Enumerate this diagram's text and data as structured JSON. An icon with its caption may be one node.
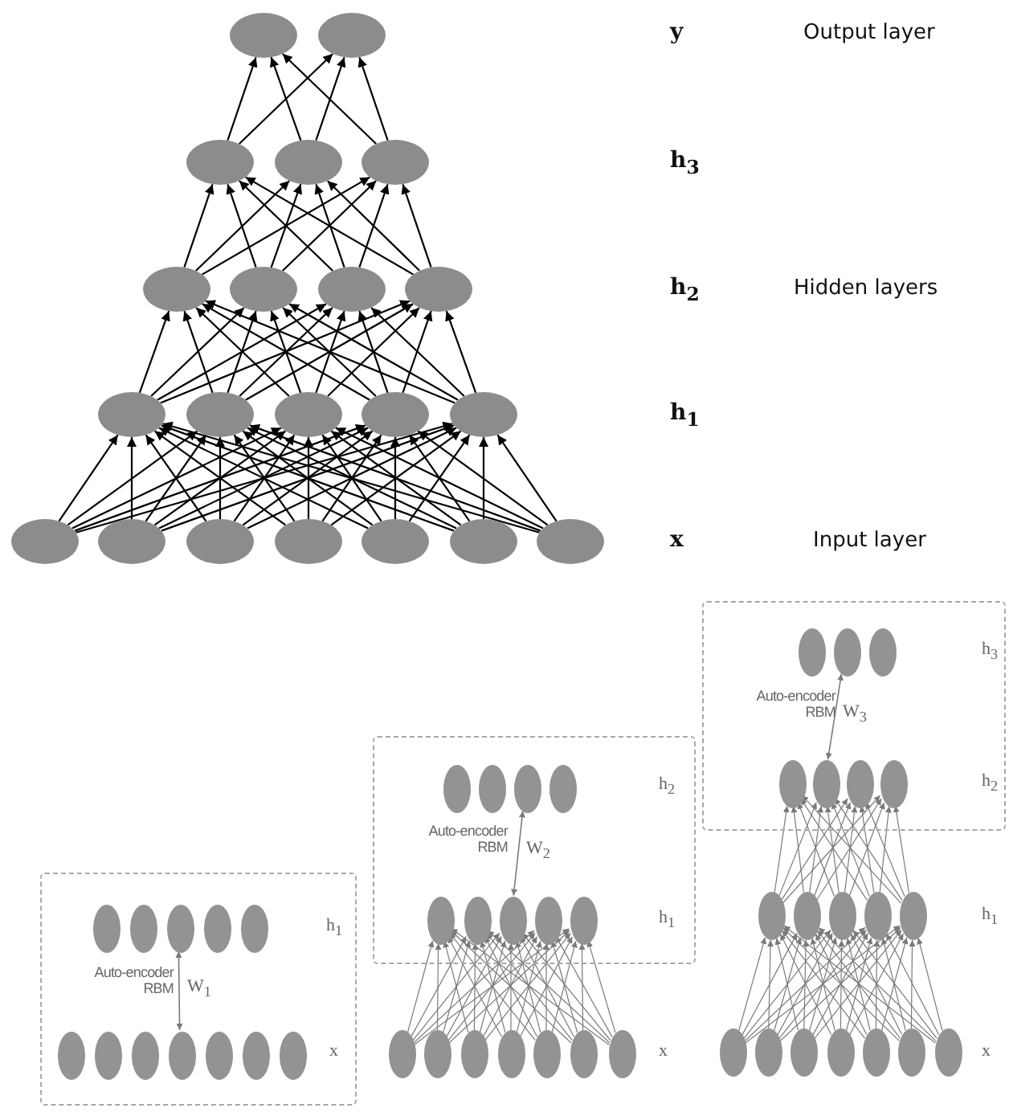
{
  "diagram": {
    "nodes": [
      {
        "text": [],
        "shape": "ellipse"
      },
      {
        "text": [],
        "shape": "ellipse"
      },
      {
        "text": [],
        "shape": "ellipse"
      },
      {
        "text": [],
        "shape": "ellipse"
      },
      {
        "text": [],
        "shape": "ellipse"
      },
      {
        "text": [],
        "shape": "ellipse"
      },
      {
        "text": [],
        "shape": "ellipse"
      },
      {
        "text": [],
        "shape": "ellipse"
      },
      {
        "text": [],
        "shape": "ellipse"
      },
      {
        "text": [],
        "shape": "ellipse"
      },
      {
        "text": [],
        "shape": "ellipse"
      },
      {
        "text": [],
        "shape": "ellipse"
      },
      {
        "text": [],
        "shape": "ellipse"
      },
      {
        "text": [],
        "shape": "ellipse"
      },
      {
        "text": [],
        "shape": "ellipse"
      },
      {
        "text": [],
        "shape": "ellipse"
      },
      {
        "text": [],
        "shape": "ellipse"
      },
      {
        "text": [],
        "shape": "ellipse"
      },
      {
        "text": [],
        "shape": "ellipse"
      },
      {
        "text": [],
        "shape": "ellipse"
      },
      {
        "text": [],
        "shape": "ellipse"
      },
      {
        "text": [
          "h$_{1}$",
          "Auto-encoder RBM",
          "x"
        ]
      },
      {
        "text": [],
        "shape": "ellipse",
        "in": 21
      },
      {
        "text": [],
        "shape": "ellipse",
        "in": 21
      },
      {
        "text": [],
        "shape": "ellipse",
        "in": 21
      },
      {
        "text": [],
        "shape": "ellipse",
        "in": 21
      },
      {
        "text": [],
        "shape": "ellipse",
        "in": 21
      },
      {
        "text": [],
        "shape": "ellipse",
        "in": 21
      },
      {
        "text": [],
        "shape": "ellipse",
        "in": 21
      },
      {
        "text": [],
        "shape": "ellipse",
        "in": 21
      },
      {
        "text": [],
        "shape": "ellipse",
        "in": 21
      },
      {
        "text": [],
        "shape": "ellipse",
        "in": 21
      },
      {
        "text": [],
        "shape": "ellipse",
        "in": 21
      },
      {
        "text": [],
        "shape": "ellipse",
        "in": 21
      },
      {
        "text": [
          "h$_{2}$",
          "Auto-encoder RBM",
          "h$_{1}$"
        ]
      },
      {
        "text": [],
        "shape": "ellipse",
        "in": 34
      },
      {
        "text": [],
        "shape": "ellipse",
        "in": 34
      },
      {
        "text": [],
        "shape": "ellipse",
        "in": 34
      },
      {
        "text": [],
        "shape": "ellipse",
        "in": 34
      },
      {
        "text": [],
        "shape": "ellipse",
        "in": 34
      },
      {
        "text": [],
        "shape": "ellipse",
        "in": 34
      },
      {
        "text": [],
        "shape": "ellipse",
        "in": 34
      },
      {
        "text": [],
        "shape": "ellipse",
        "in": 34
      },
      {
        "text": [],
        "shape": "ellipse",
        "in": 34
      },
      {
        "text": [],
        "shape": "ellipse"
      },
      {
        "text": [],
        "shape": "ellipse"
      },
      {
        "text": [],
        "shape": "ellipse"
      },
      {
        "text": [],
        "shape": "ellipse"
      },
      {
        "text": [],
        "shape": "ellipse"
      },
      {
        "text": [],
        "shape": "ellipse"
      },
      {
        "text": [],
        "shape": "ellipse"
      },
      {
        "text": [
          "h$_{3}$",
          "Auto-encoder RBM",
          "h$_{2}$"
        ]
      },
      {
        "text": [],
        "shape": "ellipse",
        "in": 51
      },
      {
        "text": [],
        "shape": "ellipse",
        "in": 51
      },
      {
        "text": [],
        "shape": "ellipse",
        "in": 51
      },
      {
        "text": [],
        "shape": "ellipse",
        "in": 51
      },
      {
        "text": [],
        "shape": "ellipse",
        "in": 51
      },
      {
        "text": [],
        "shape": "ellipse",
        "in": 51
      },
      {
        "text": [],
        "shape": "ellipse",
        "in": 51
      },
      {
        "text": [],
        "shape": "ellipse"
      },
      {
        "text": [],
        "shape": "ellipse"
      },
      {
        "text": [],
        "shape": "ellipse"
      },
      {
        "text": [],
        "shape": "ellipse"
      },
      {
        "text": [],
        "shape": "ellipse"
      },
      {
        "text": [],
        "shape": "ellipse"
      },
      {
        "text": [],
        "shape": "ellipse"
      },
      {
        "text": [],
        "shape": "ellipse"
      },
      {
        "text": [],
        "shape": "ellipse"
      },
      {
        "text": [],
        "shape": "ellipse"
      },
      {
        "text": [],
        "shape": "ellipse"
      },
      {
        "text": [],
        "shape": "ellipse"
      }
    ],
    "edges": [
      {
        "from": 14,
        "to": 9,
        "arrow": "to",
        "color": "#000000"
      },
      {
        "from": 14,
        "to": 10,
        "arrow": "to",
        "color": "#000000"
      },
      {
        "from": 14,
        "to": 11,
        "arrow": "to",
        "color": "#000000"
      },
      {
        "from": 14,
        "to": 12,
        "arrow": "to",
        "color": "#000000"
      },
      {
        "from": 14,
        "to": 13,
        "arrow": "to",
        "color": "#000000"
      },
      {
        "from": 15,
        "to": 9,
        "arrow": "to",
        "color": "#000000"
      },
      {
        "from": 15,
        "to": 10,
        "arrow": "to",
        "color": "#000000"
      },
      {
        "from": 15,
        "to": 11,
        "arrow": "to",
        "color": "#000000"
      },
      {
        "from": 15,
        "to": 12,
        "arrow": "to",
        "color": "#000000"
      },
      {
        "from": 15,
        "to": 13,
        "arrow": "to",
        "color": "#000000"
      },
      {
        "from": 16,
        "to": 9,
        "arrow": "to",
        "color": "#000000"
      },
      {
        "from": 16,
        "to": 10,
        "arrow": "to",
        "color": "#000000"
      },
      {
        "from": 16,
        "to": 11,
        "arrow": "to",
        "color": "#000000"
      },
      {
        "from": 16,
        "to": 12,
        "arrow": "to",
        "color": "#000000"
      },
      {
        "from": 16,
        "to": 13,
        "arrow": "to",
        "color": "#000000"
      },
      {
        "from": 17,
        "to": 9,
        "arrow": "to",
        "color": "#000000"
      },
      {
        "from": 17,
        "to": 10,
        "arrow": "to",
        "color": "#000000"
      },
      {
        "from": 17,
        "to": 11,
        "arrow": "to",
        "color": "#000000"
      },
      {
        "from": 17,
        "to": 12,
        "arrow": "to",
        "color": "#000000"
      },
      {
        "from": 17,
        "to": 13,
        "arrow": "to",
        "color": "#000000"
      },
      {
        "from": 18,
        "to": 9,
        "arrow": "to",
        "color": "#000000"
      },
      {
        "from": 18,
        "to": 10,
        "arrow": "to",
        "color": "#000000"
      },
      {
        "from": 18,
        "to": 11,
        "arrow": "to",
        "color": "#000000"
      },
      {
        "from": 18,
        "to": 12,
        "arrow": "to",
        "color": "#000000"
      },
      {
        "from": 18,
        "to": 13,
        "arrow": "to",
        "color": "#000000"
      },
      {
        "from": 19,
        "to": 9,
        "arrow": "to",
        "color": "#000000"
      },
      {
        "from": 19,
        "to": 10,
        "arrow": "to",
        "color": "#000000"
      },
      {
        "from": 19,
        "to": 11,
        "arrow": "to",
        "color": "#000000"
      },
      {
        "from": 19,
        "to": 12,
        "arrow": "to",
        "color": "#000000"
      },
      {
        "from": 19,
        "to": 13,
        "arrow": "to",
        "color": "#000000"
      },
      {
        "from": 20,
        "to": 9,
        "arrow": "to",
        "color": "#000000"
      },
      {
        "from": 20,
        "to": 10,
        "arrow": "to",
        "color": "#000000"
      },
      {
        "from": 20,
        "to": 11,
        "arrow": "to",
        "color": "#000000"
      },
      {
        "from": 20,
        "to": 12,
        "arrow": "to",
        "color": "#000000"
      },
      {
        "from": 20,
        "to": 13,
        "arrow": "to",
        "color": "#000000"
      },
      {
        "from": 9,
        "to": 5,
        "arrow": "to",
        "color": "#000000"
      },
      {
        "from": 9,
        "to": 6,
        "arrow": "to",
        "color": "#000000"
      },
      {
        "from": 9,
        "to": 7,
        "arrow": "to",
        "color": "#000000"
      },
      {
        "from": 9,
        "to": 8,
        "arrow": "to",
        "color": "#000000"
      },
      {
        "from": 10,
        "to": 5,
        "arrow": "to",
        "color": "#000000"
      },
      {
        "from": 10,
        "to": 6,
        "arrow": "to",
        "color": "#000000"
      },
      {
        "from": 10,
        "to": 7,
        "arrow": "to",
        "color": "#000000"
      },
      {
        "from": 10,
        "to": 8,
        "arrow": "to",
        "color": "#000000"
      },
      {
        "from": 11,
        "to": 5,
        "arrow": "to",
        "color": "#000000"
      },
      {
        "from": 11,
        "to": 6,
        "arrow": "to",
        "color": "#000000"
      },
      {
        "from": 11,
        "to": 7,
        "arrow": "to",
        "color": "#000000"
      },
      {
        "from": 11,
        "to": 8,
        "arrow": "to",
        "color": "#000000"
      },
      {
        "from": 12,
        "to": 5,
        "arrow": "to",
        "color": "#000000"
      },
      {
        "from": 12,
        "to": 6,
        "arrow": "to",
        "color": "#000000"
      },
      {
        "from": 12,
        "to": 7,
        "arrow": "to",
        "color": "#000000"
      },
      {
        "from": 12,
        "to": 8,
        "arrow": "to",
        "color": "#000000"
      },
      {
        "from": 13,
        "to": 5,
        "arrow": "to",
        "color": "#000000"
      },
      {
        "from": 13,
        "to": 6,
        "arrow": "to",
        "color": "#000000"
      },
      {
        "from": 13,
        "to": 7,
        "arrow": "to",
        "color": "#000000"
      },
      {
        "from": 13,
        "to": 8,
        "arrow": "to",
        "color": "#000000"
      },
      {
        "from": 5,
        "to": 2,
        "arrow": "to",
        "color": "#000000"
      },
      {
        "from": 5,
        "to": 3,
        "arrow": "to",
        "color": "#000000"
      },
      {
        "from": 5,
        "to": 4,
        "arrow": "to",
        "color": "#000000"
      },
      {
        "from": 6,
        "to": 2,
        "arrow": "to",
        "color": "#000000"
      },
      {
        "from": 6,
        "to": 3,
        "arrow": "to",
        "color": "#000000"
      },
      {
        "from": 6,
        "to": 4,
        "arrow": "to",
        "color": "#000000"
      },
      {
        "from": 7,
        "to": 2,
        "arrow": "to",
        "color": "#000000"
      },
      {
        "from": 7,
        "to": 3,
        "arrow": "to",
        "color": "#000000"
      },
      {
        "from": 7,
        "to": 4,
        "arrow": "to",
        "color": "#000000"
      },
      {
        "from": 8,
        "to": 2,
        "arrow": "to",
        "color": "#000000"
      },
      {
        "from": 8,
        "to": 3,
        "arrow": "to",
        "color": "#000000"
      },
      {
        "from": 8,
        "to": 4,
        "arrow": "to",
        "color": "#000000"
      },
      {
        "from": 2,
        "to": 0,
        "arrow": "to",
        "color": "#000000"
      },
      {
        "from": 2,
        "to": 1,
        "arrow": "to",
        "color": "#000000"
      },
      {
        "from": 3,
        "to": 0,
        "arrow": "to",
        "color": "#000000"
      },
      {
        "from": 3,
        "to": 1,
        "arrow": "to",
        "color": "#000000"
      },
      {
        "from": 4,
        "to": 0,
        "arrow": "to",
        "color": "#000000"
      },
      {
        "from": 4,
        "to": 1,
        "arrow": "to",
        "color": "#000000"
      },
      {
        "from": 30,
        "to": 24,
        "arrow": "both",
        "label": "W$_{1}$"
      },
      {
        "from": 44,
        "to": 39,
        "arrow": "to"
      },
      {
        "from": 44,
        "to": 40,
        "arrow": "to"
      },
      {
        "from": 44,
        "to": 41,
        "arrow": "to"
      },
      {
        "from": 44,
        "to": 42,
        "arrow": "to"
      },
      {
        "from": 44,
        "to": 43,
        "arrow": "to"
      },
      {
        "from": 45,
        "to": 39,
        "arrow": "to"
      },
      {
        "from": 45,
        "to": 40,
        "arrow": "to"
      },
      {
        "from": 45,
        "to": 41,
        "arrow": "to"
      },
      {
        "from": 45,
        "to": 42,
        "arrow": "to"
      },
      {
        "from": 45,
        "to": 43,
        "arrow": "to"
      },
      {
        "from": 46,
        "to": 39,
        "arrow": "to"
      },
      {
        "from": 46,
        "to": 40,
        "arrow": "to"
      },
      {
        "from": 46,
        "to": 41,
        "arrow": "to"
      },
      {
        "from": 46,
        "to": 42,
        "arrow": "to"
      },
      {
        "from": 46,
        "to": 43,
        "arrow": "to"
      },
      {
        "from": 47,
        "to": 39,
        "arrow": "to"
      },
      {
        "from": 47,
        "to": 40,
        "arrow": "to"
      },
      {
        "from": 47,
        "to": 41,
        "arrow": "to"
      },
      {
        "from": 47,
        "to": 42,
        "arrow": "to"
      },
      {
        "from": 47,
        "to": 43,
        "arrow": "to"
      },
      {
        "from": 48,
        "to": 39,
        "arrow": "to"
      },
      {
        "from": 48,
        "to": 40,
        "arrow": "to"
      },
      {
        "from": 48,
        "to": 41,
        "arrow": "to"
      },
      {
        "from": 48,
        "to": 42,
        "arrow": "to"
      },
      {
        "from": 48,
        "to": 43,
        "arrow": "to"
      },
      {
        "from": 49,
        "to": 39,
        "arrow": "to"
      },
      {
        "from": 49,
        "to": 40,
        "arrow": "to"
      },
      {
        "from": 49,
        "to": 41,
        "arrow": "to"
      },
      {
        "from": 49,
        "to": 42,
        "arrow": "to"
      },
      {
        "from": 49,
        "to": 43,
        "arrow": "to"
      },
      {
        "from": 50,
        "to": 39,
        "arrow": "to"
      },
      {
        "from": 50,
        "to": 40,
        "arrow": "to"
      },
      {
        "from": 50,
        "to": 41,
        "arrow": "to"
      },
      {
        "from": 50,
        "to": 42,
        "arrow": "to"
      },
      {
        "from": 50,
        "to": 43,
        "arrow": "to"
      },
      {
        "from": 41,
        "to": 37,
        "arrow": "both",
        "label": "W$_{2}$"
      },
      {
        "from": 64,
        "to": 59,
        "arrow": "to"
      },
      {
        "from": 64,
        "to": 60,
        "arrow": "to"
      },
      {
        "from": 64,
        "to": 61,
        "arrow": "to"
      },
      {
        "from": 64,
        "to": 62,
        "arrow": "to"
      },
      {
        "from": 64,
        "to": 63,
        "arrow": "to"
      },
      {
        "from": 65,
        "to": 59,
        "arrow": "to"
      },
      {
        "from": 65,
        "to": 60,
        "arrow": "to"
      },
      {
        "from": 65,
        "to": 61,
        "arrow": "to"
      },
      {
        "from": 65,
        "to": 62,
        "arrow": "to"
      },
      {
        "from": 65,
        "to": 63,
        "arrow": "to"
      },
      {
        "from": 66,
        "to": 59,
        "arrow": "to"
      },
      {
        "from": 66,
        "to": 60,
        "arrow": "to"
      },
      {
        "from": 66,
        "to": 61,
        "arrow": "to"
      },
      {
        "from": 66,
        "to": 62,
        "arrow": "to"
      },
      {
        "from": 66,
        "to": 63,
        "arrow": "to"
      },
      {
        "from": 67,
        "to": 59,
        "arrow": "to"
      },
      {
        "from": 67,
        "to": 60,
        "arrow": "to"
      },
      {
        "from": 67,
        "to": 61,
        "arrow": "to"
      },
      {
        "from": 67,
        "to": 62,
        "arrow": "to"
      },
      {
        "from": 67,
        "to": 63,
        "arrow": "to"
      },
      {
        "from": 68,
        "to": 59,
        "arrow": "to"
      },
      {
        "from": 68,
        "to": 60,
        "arrow": "to"
      },
      {
        "from": 68,
        "to": 61,
        "arrow": "to"
      },
      {
        "from": 68,
        "to": 62,
        "arrow": "to"
      },
      {
        "from": 68,
        "to": 63,
        "arrow": "to"
      },
      {
        "from": 69,
        "to": 59,
        "arrow": "to"
      },
      {
        "from": 69,
        "to": 60,
        "arrow": "to"
      },
      {
        "from": 69,
        "to": 61,
        "arrow": "to"
      },
      {
        "from": 69,
        "to": 62,
        "arrow": "to"
      },
      {
        "from": 69,
        "to": 63,
        "arrow": "to"
      },
      {
        "from": 70,
        "to": 59,
        "arrow": "to"
      },
      {
        "from": 70,
        "to": 60,
        "arrow": "to"
      },
      {
        "from": 70,
        "to": 61,
        "arrow": "to"
      },
      {
        "from": 70,
        "to": 62,
        "arrow": "to"
      },
      {
        "from": 70,
        "to": 63,
        "arrow": "to"
      },
      {
        "from": 59,
        "to": 55,
        "arrow": "to"
      },
      {
        "from": 59,
        "to": 56,
        "arrow": "to"
      },
      {
        "from": 59,
        "to": 57,
        "arrow": "to"
      },
      {
        "from": 59,
        "to": 58,
        "arrow": "to"
      },
      {
        "from": 60,
        "to": 55,
        "arrow": "to"
      },
      {
        "from": 60,
        "to": 56,
        "arrow": "to"
      },
      {
        "from": 60,
        "to": 57,
        "arrow": "to"
      },
      {
        "from": 60,
        "to": 58,
        "arrow": "to"
      },
      {
        "from": 61,
        "to": 55,
        "arrow": "to"
      },
      {
        "from": 61,
        "to": 56,
        "arrow": "to"
      },
      {
        "from": 61,
        "to": 57,
        "arrow": "to"
      },
      {
        "from": 61,
        "to": 58,
        "arrow": "to"
      },
      {
        "from": 62,
        "to": 55,
        "arrow": "to"
      },
      {
        "from": 62,
        "to": 56,
        "arrow": "to"
      },
      {
        "from": 62,
        "to": 57,
        "arrow": "to"
      },
      {
        "from": 62,
        "to": 58,
        "arrow": "to"
      },
      {
        "from": 63,
        "to": 55,
        "arrow": "to"
      },
      {
        "from": 63,
        "to": 56,
        "arrow": "to"
      },
      {
        "from": 63,
        "to": 57,
        "arrow": "to"
      },
      {
        "from": 63,
        "to": 58,
        "arrow": "to"
      },
      {
        "from": 56,
        "to": 53,
        "arrow": "both",
        "label": "W$_{3}$"
      }
    ],
    "labels": [
      "y",
      "Output layer",
      "h$_{3}$",
      "h$_{2}$",
      "Hidden layers",
      "h$_{1}$",
      "x",
      "Input layer",
      "x",
      "h$_{1}$",
      "x"
    ]
  }
}
